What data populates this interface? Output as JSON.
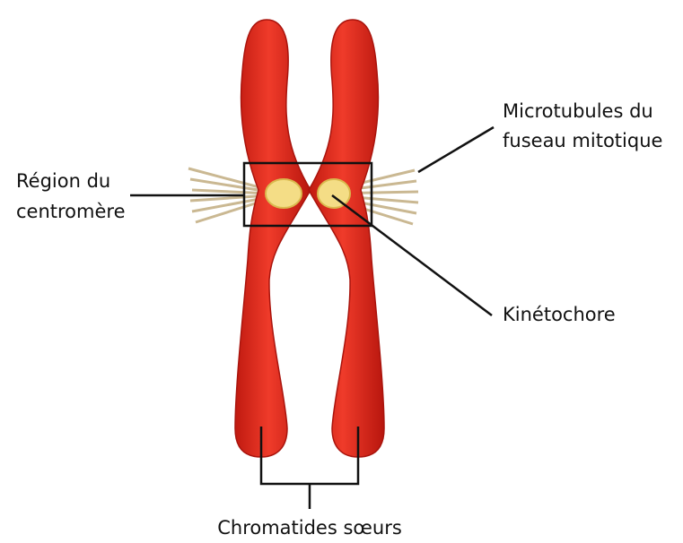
{
  "labels": {
    "centromere_region": {
      "line1": "Région du",
      "line2": "centromère"
    },
    "microtubules": {
      "line1": "Microtubules du",
      "line2": "fuseau mitotique"
    },
    "kinetochore": "Kinétochore",
    "sister_chromatids": "Chromatides sœurs"
  },
  "colors": {
    "chromatid": "#e1251b",
    "chromatid_shadow": "#a9140d",
    "kinetochore": "#f4dd86",
    "microtubule": "#cab892",
    "outline": "#111111"
  }
}
